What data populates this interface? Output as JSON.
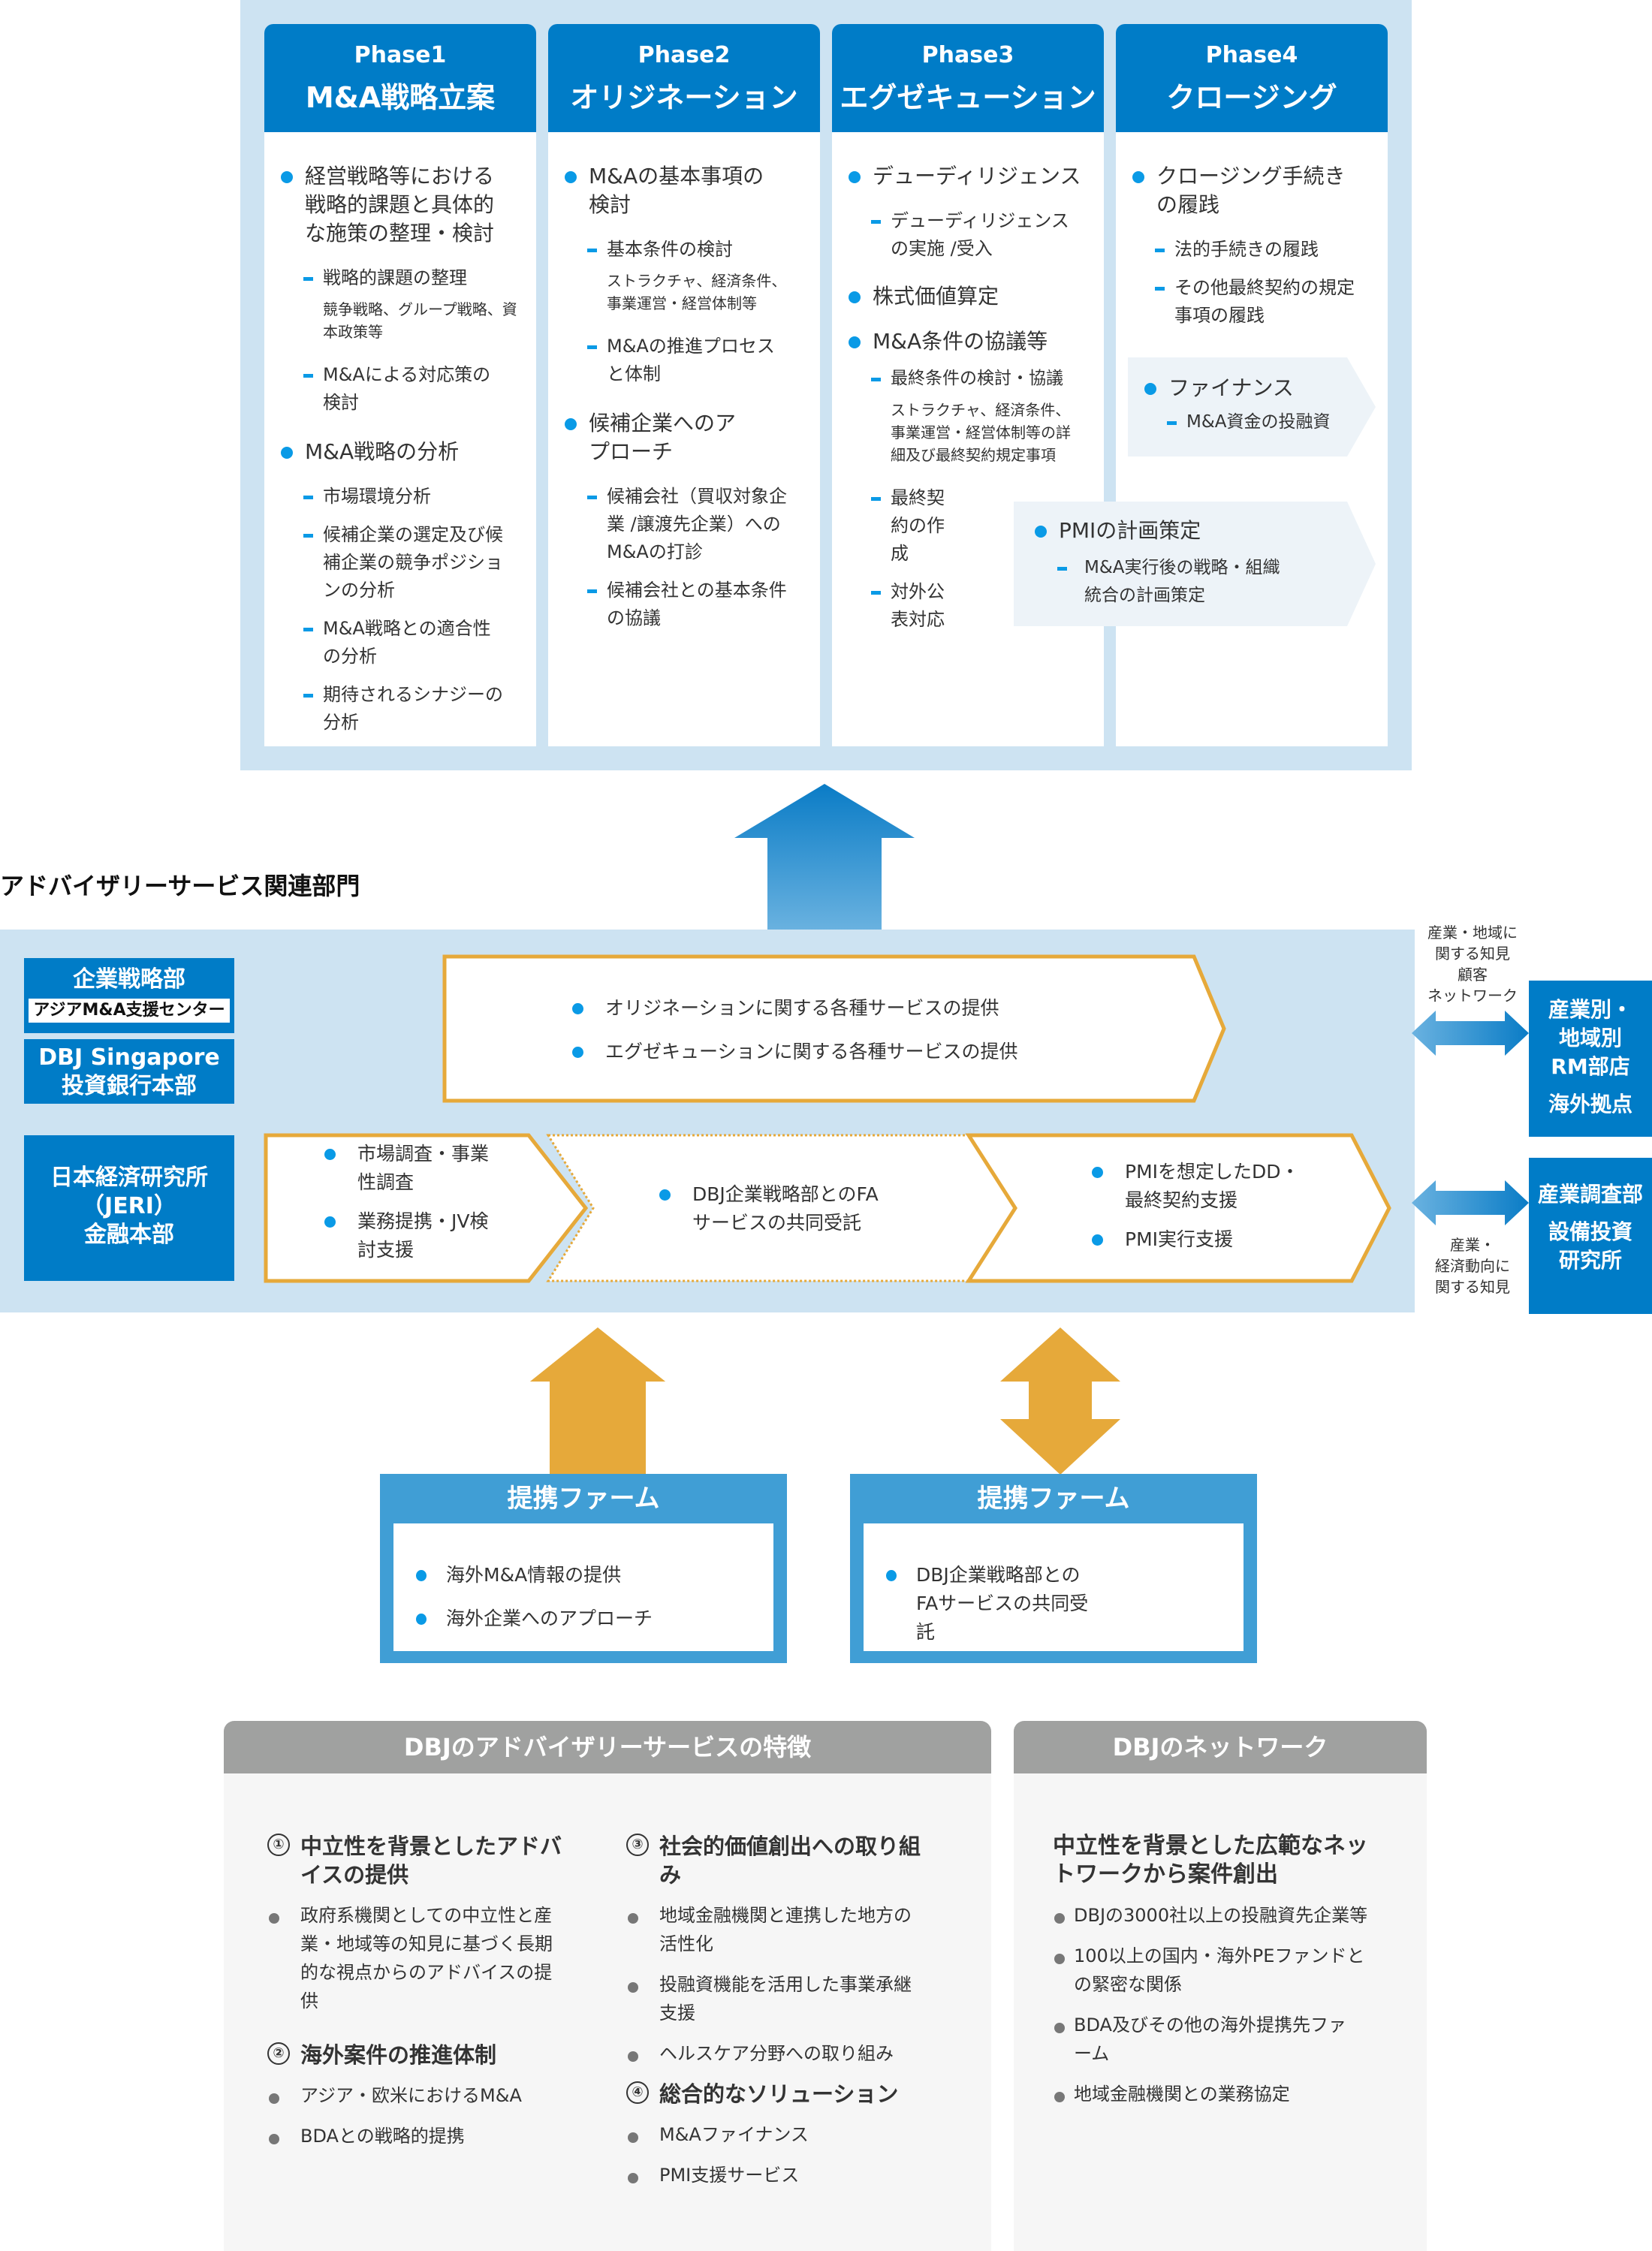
{
  "colors": {
    "phase_header": "#007cc7",
    "panel_bg": "#cde3f2",
    "bullet": "#0a9ae6",
    "orange": "#e6a93a",
    "partner_blue": "#409ed5",
    "feature_header": "#a0a1a0"
  },
  "phases": [
    {
      "number": "Phase1",
      "title": "M&A戦略立案",
      "items": [
        {
          "label": "経営戦略等における戦略的課題と具体的な施策の整理・検討",
          "sub": [
            {
              "label": "戦略的課題の整理",
              "note": "競争戦略、グループ戦略、資本政策等"
            },
            {
              "label": "M&Aによる対応策の検討"
            }
          ]
        },
        {
          "label": "M&A戦略の分析",
          "sub": [
            {
              "label": "市場環境分析"
            },
            {
              "label": "候補企業の選定及び候補企業の競争ポジションの分析"
            },
            {
              "label": "M&A戦略との適合性の分析"
            },
            {
              "label": "期待されるシナジーの分析"
            }
          ]
        }
      ]
    },
    {
      "number": "Phase2",
      "title": "オリジネーション",
      "items": [
        {
          "label": "M&Aの基本事項の検討",
          "sub": [
            {
              "label": "基本条件の検討",
              "note": "ストラクチャ、経済条件、事業運営・経営体制等"
            },
            {
              "label": "M&Aの推進プロセスと体制"
            }
          ]
        },
        {
          "label": "候補企業へのアプローチ",
          "sub": [
            {
              "label": "候補会社（買収対象企業 /譲渡先企業）へのM&Aの打診"
            },
            {
              "label": "候補会社との基本条件の協議"
            }
          ]
        }
      ]
    },
    {
      "number": "Phase3",
      "title": "エグゼキューション",
      "items": [
        {
          "label": "デューディリジェンス",
          "sub": [
            {
              "label": "デューディリジェンスの実施 /受入"
            }
          ]
        },
        {
          "label": "株式価値算定",
          "sub": []
        },
        {
          "label": "M&A条件の協議等",
          "sub": [
            {
              "label": "最終条件の検討・協議",
              "note": "ストラクチャ、経済条件、事業運営・経営体制等の詳細及び最終契約規定事項"
            },
            {
              "label": "最終契約の作成"
            },
            {
              "label": "対外公表対応"
            }
          ]
        }
      ]
    },
    {
      "number": "Phase4",
      "title": "クロージング",
      "items": [
        {
          "label": "クロージング手続きの履践",
          "sub": [
            {
              "label": "法的手続きの履践"
            },
            {
              "label": "その他最終契約の規定事項の履践"
            }
          ]
        }
      ]
    }
  ],
  "overlays": {
    "finance": {
      "label": "ファイナンス",
      "sub": "M&A資金の投融資"
    },
    "pmi_plan": {
      "label": "PMIの計画策定",
      "sub": "M&A実行後の戦略・組織統合の計画策定"
    }
  },
  "section_heading": "アドバイザリーサービス関連部門",
  "departments": {
    "corporate_strategy": "企業戦略部",
    "asia_center": "アジアM&A支援センター",
    "singapore": "DBJ Singapore",
    "investment_banking": "投資銀行本部",
    "jeri_line1": "日本経済研究所",
    "jeri_line2": "（JERI）",
    "finance_hq": "金融本部"
  },
  "services": {
    "top": [
      "オリジネーションに関する各種サービスの提供",
      "エグゼキューションに関する各種サービスの提供"
    ],
    "left": [
      "市場調査・事業性調査",
      "業務提携・JV検討支援"
    ],
    "middle": [
      "DBJ企業戦略部とのFAサービスの共同受託"
    ],
    "right": [
      "PMIを想定したDD・最終契約支援",
      "PMI実行支援"
    ]
  },
  "right_side": {
    "note_top": [
      "産業・地域に",
      "関する知見",
      "顧客",
      "ネットワーク"
    ],
    "box_top": [
      "産業別・",
      "地域別",
      "RM部店",
      "海外拠点"
    ],
    "note_bottom": [
      "産業・",
      "経済動向に",
      "関する知見"
    ],
    "box_bottom": [
      "産業調査部",
      "設備投資",
      "研究所"
    ]
  },
  "partners": [
    {
      "title": "提携ファーム",
      "items": [
        "海外M&A情報の提供",
        "海外企業へのアプローチ"
      ]
    },
    {
      "title": "提携ファーム",
      "items": [
        "DBJ企業戦略部とのFAサービスの共同受託"
      ]
    }
  ],
  "features": {
    "title": "DBJのアドバイザリーサービスの特徴",
    "groups": [
      {
        "num": "①",
        "title": "中立性を背景としたアドバイスの提供",
        "items": [
          "政府系機関としての中立性と産業・地域等の知見に基づく長期的な視点からのアドバイスの提供"
        ]
      },
      {
        "num": "②",
        "title": "海外案件の推進体制",
        "items": [
          "アジア・欧米におけるM&A",
          "BDAとの戦略的提携"
        ]
      },
      {
        "num": "③",
        "title": "社会的価値創出への取り組み",
        "items": [
          "地域金融機関と連携した地方の活性化",
          "投融資機能を活用した事業承継支援",
          "ヘルスケア分野への取り組み"
        ]
      },
      {
        "num": "④",
        "title": "総合的なソリューション",
        "items": [
          "M&Aファイナンス",
          "PMI支援サービス"
        ]
      }
    ]
  },
  "network": {
    "title": "DBJのネットワーク",
    "subtitle": "中立性を背景とした広範なネットワークから案件創出",
    "items": [
      "DBJの3000社以上の投融資先企業等",
      "100以上の国内・海外PEファンドとの緊密な関係",
      "BDA及びその他の海外提携先ファーム",
      "地域金融機関との業務協定"
    ]
  }
}
